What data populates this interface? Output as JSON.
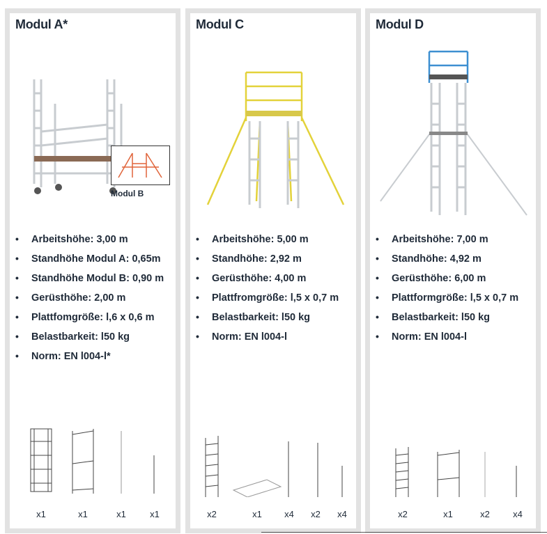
{
  "modules": [
    {
      "title": "Modul A*",
      "inset_label": "Modul B",
      "specs": [
        "Arbeitshöhe: 3,00 m",
        "Standhöhe Modul A: 0,65m",
        "Standhöhe Modul B: 0,90 m",
        "Gerüsthöhe: 2,00 m",
        "Plattfomgröße: l,6 x 0,6 m",
        "Belastbarkeit: l50 kg",
        "Norm: EN l004-l*"
      ],
      "counts": [
        "x1",
        "x1",
        "x1",
        "x1"
      ]
    },
    {
      "title": "Modul C",
      "specs": [
        "Arbeitshöhe: 5,00 m",
        "Standhöhe: 2,92 m",
        "Gerüsthöhe: 4,00 m",
        "Plattfromgröße: l,5 x 0,7 m",
        "Belastbarkeit: l50 kg",
        "Norm: EN l004-l"
      ],
      "counts": [
        "x2",
        "x1",
        "x4",
        "x2",
        "x4"
      ]
    },
    {
      "title": "Modul D",
      "specs": [
        "Arbeitshöhe: 7,00 m",
        "Standhöhe: 4,92 m",
        "Gerüsthöhe: 6,00 m",
        "Plattformgröße: l,5 x 0,7 m",
        "Belastbarkeit: l50 kg",
        "Norm: EN l004-l"
      ],
      "counts": [
        "x2",
        "x1",
        "x2",
        "x4"
      ]
    }
  ],
  "colors": {
    "text": "#1f2a38",
    "border": "#e2e2e2",
    "yellow": "#e3d23a",
    "blue": "#3d8fd1",
    "orange": "#e0643a"
  }
}
